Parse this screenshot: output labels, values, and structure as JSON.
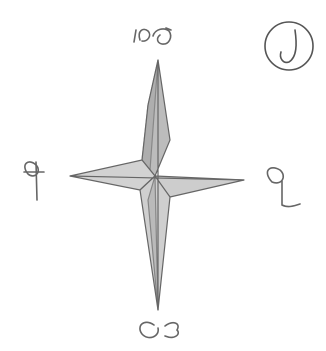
{
  "drawing": {
    "kind": "hand-drawn four-pointed star sketch with scribbled marks",
    "colors": {
      "paper": "#ffffff",
      "pencil": "#555555",
      "shade": "#bdbdbd",
      "shade_dark": "#9a9a9a"
    },
    "marks": [
      "top-scribble",
      "circled-j-mark",
      "left-scribble",
      "right-scribble",
      "bottom-scribble"
    ]
  }
}
